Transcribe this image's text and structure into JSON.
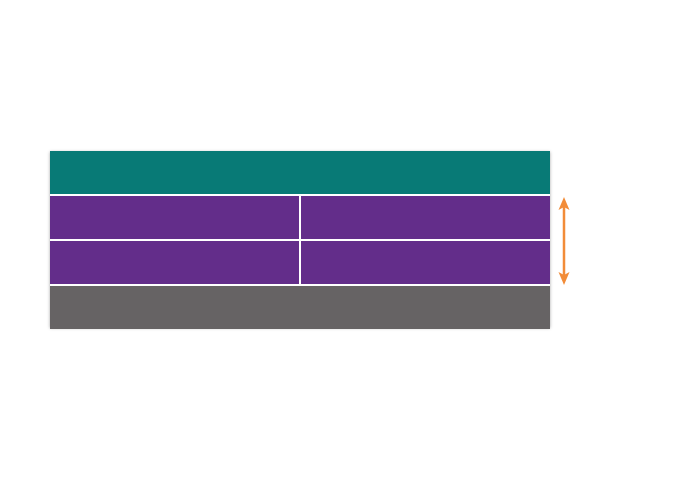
{
  "colors": {
    "header": "#087a76",
    "middle": "#632d8a",
    "footer": "#666364",
    "arrow": "#f28c38",
    "divider": "#ffffff"
  },
  "rows": [
    {
      "role": "header",
      "cells": 1
    },
    {
      "role": "middle",
      "cells": 2
    },
    {
      "role": "middle",
      "cells": 2
    },
    {
      "role": "footer",
      "cells": 1
    }
  ],
  "arrow": {
    "direction": "vertical-double",
    "spans_rows": [
      2,
      3
    ]
  }
}
